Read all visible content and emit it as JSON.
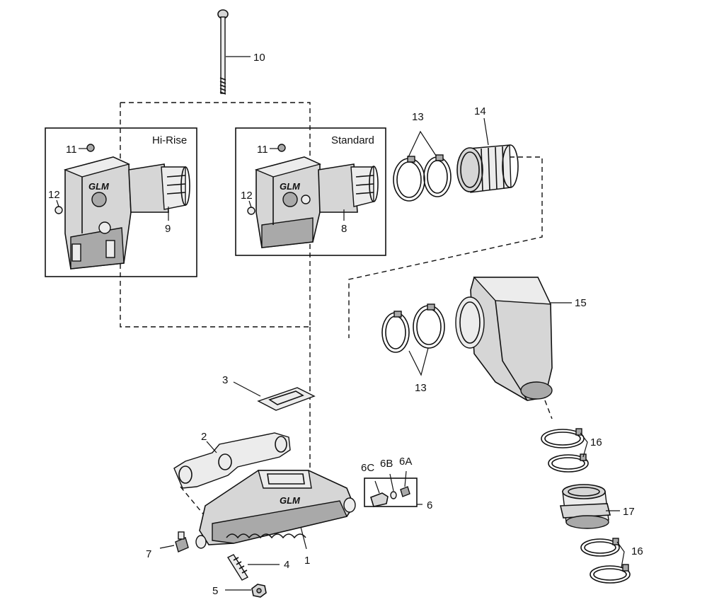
{
  "callouts": {
    "c1": "1",
    "c2": "2",
    "c3": "3",
    "c4": "4",
    "c5": "5",
    "c6": "6",
    "c6a": "6A",
    "c6b": "6B",
    "c6c": "6C",
    "c7": "7",
    "c8": "8",
    "c9": "9",
    "c10": "10",
    "c11a": "11",
    "c11b": "11",
    "c12a": "12",
    "c12b": "12",
    "c13a": "13",
    "c13b": "13",
    "c14": "14",
    "c15": "15",
    "c16a": "16",
    "c16b": "16",
    "c17": "17"
  },
  "boxes": {
    "hirise_title": "Hi-Rise",
    "standard_title": "Standard"
  },
  "brand_marks": {
    "logo_text": "GLM"
  },
  "colors": {
    "line": "#111111",
    "fill": "#d6d6d6",
    "background": "#ffffff"
  }
}
